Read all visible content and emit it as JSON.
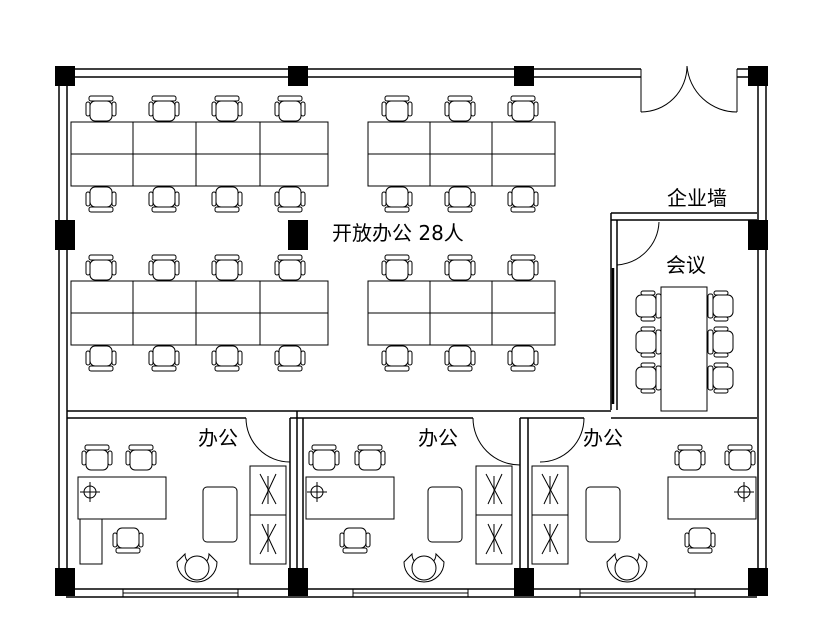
{
  "labels": {
    "open_office": "开放办公  28人",
    "feature_wall": "企业墙",
    "meeting_room": "会议",
    "office_left": "办公",
    "office_middle": "办公",
    "office_right": "办公"
  },
  "colors": {
    "line": "#000000",
    "column": "#000000",
    "background": "#ffffff"
  }
}
